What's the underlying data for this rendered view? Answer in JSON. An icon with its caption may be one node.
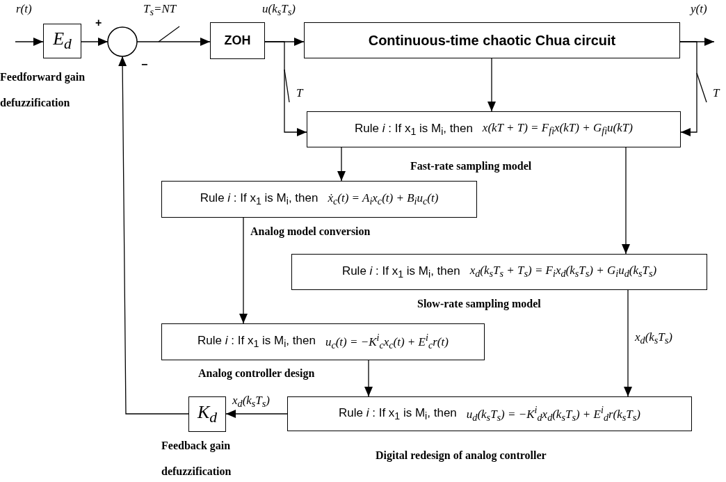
{
  "diagram": {
    "nodes": [
      {
        "text": [
          "E$_{d}$"
        ],
        "beside": [
          "Feedforward gain defuzzification"
        ]
      },
      {
        "text": [],
        "shape": "circle"
      },
      {
        "text": [
          "ZOH"
        ]
      },
      {
        "text": [
          "Continuous-time chaotic Chua circuit"
        ]
      },
      {
        "text": [
          "Rule *i* : If x$_{1}$ is M$_{i}$, then",
          "x(kT + T) = F$_{fi}$x(kT) + G$_{fi}$u(kT)"
        ],
        "beside": [
          "Fast-rate sampling model"
        ]
      },
      {
        "text": [
          "Rule *i* : If x$_{1}$ is M$_{i}$, then",
          "ẋ$_{c}$(t) = A$_{i}$x$_{c}$(t) + B$_{i}$u$_{c}$(t)"
        ],
        "beside": [
          "Analog model conversion"
        ]
      },
      {
        "text": [
          "Rule *i* : If x$_{1}$ is M$_{i}$, then",
          "x$_{d}$(k$_{s}$T$_{s}$ + T$_{s}$) = F$_{i}$x$_{d}$(k$_{s}$T$_{s}$) + G$_{i}$u$_{d}$(k$_{s}$T$_{s}$)"
        ],
        "beside": [
          "Slow-rate sampling model"
        ]
      },
      {
        "text": [
          "Rule *i* : If x$_{1}$ is M$_{i}$, then",
          "u$_{c}$(t) = −K$^{i}$$_{c}$x$_{c}$(t) + E$^{i}$$_{c}$r(t)"
        ],
        "beside": [
          "Analog controller design"
        ]
      },
      {
        "text": [
          "Rule *i* : If x$_{1}$ is M$_{i}$, then",
          "u$_{d}$(k$_{s}$T$_{s}$) = −K$^{i}$$_{d}$x$_{d}$(k$_{s}$T$_{s}$) + E$^{i}$$_{d}$r(k$_{s}$T$_{s}$)"
        ],
        "beside": [
          "Digital redesign of analog controller"
        ]
      },
      {
        "text": [
          "K$_{d}$"
        ],
        "beside": [
          "Feedback gain defuzzification"
        ]
      }
    ],
    "edges": [
      {
        "from": null,
        "to": 0,
        "arrow": "to",
        "label": "r(t)"
      },
      {
        "from": 0,
        "to": 1,
        "arrow": "to"
      },
      {
        "from": 1,
        "to": 2,
        "arrow": "to",
        "label": "T$_{s}$=NT"
      },
      {
        "from": 2,
        "to": 3,
        "arrow": "to",
        "label": "u(k$_{s}$T$_{s}$)"
      },
      {
        "from": 2,
        "to": 4,
        "arrow": "to",
        "label": "T"
      },
      {
        "from": 3,
        "to": null,
        "arrow": "to",
        "label": "y(t)"
      },
      {
        "from": 3,
        "to": 4,
        "arrow": "to"
      },
      {
        "from": 3,
        "to": 4,
        "arrow": "to",
        "label": "T"
      },
      {
        "from": 4,
        "to": 5,
        "arrow": "to"
      },
      {
        "from": 4,
        "to": 6,
        "arrow": "to"
      },
      {
        "from": 5,
        "to": 7,
        "arrow": "to"
      },
      {
        "from": 6,
        "to": 8,
        "arrow": "to",
        "label": "x$_{d}$(k$_{s}$T$_{s}$)"
      },
      {
        "from": 7,
        "to": 8,
        "arrow": "to"
      },
      {
        "from": 8,
        "to": 9,
        "arrow": "to",
        "label": "x$_{d}$(k$_{s}$T$_{s}$)"
      },
      {
        "from": 9,
        "to": 1,
        "arrow": "to"
      }
    ],
    "labels": [
      "+",
      "−"
    ]
  }
}
